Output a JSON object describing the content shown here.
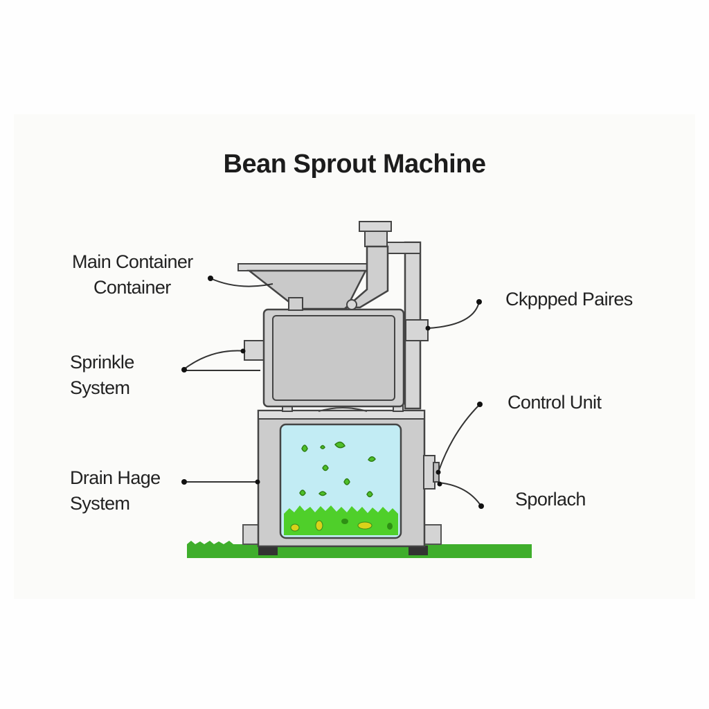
{
  "title": "Bean Sprout Machine",
  "labels": {
    "main_container": {
      "line1": "Main Container",
      "line2": "Container"
    },
    "sprinkle_system": {
      "line1": "Sprinkle",
      "line2": "System"
    },
    "drainage_system": {
      "line1": "Drain Hage",
      "line2": "System"
    },
    "chopped_pairs": "Ckppped Paires",
    "control_unit": "Control Unit",
    "sporlach": "Sporlach"
  },
  "colors": {
    "steel": "#c9c9c9",
    "steel_light": "#dcdcdc",
    "outline": "#444444",
    "water": "#bfeaf3",
    "sprouts": "#4fcf2a",
    "seed_leaf": "#3aa020",
    "seed_yellow": "#d9d21a",
    "ground": "#3fae2c"
  }
}
